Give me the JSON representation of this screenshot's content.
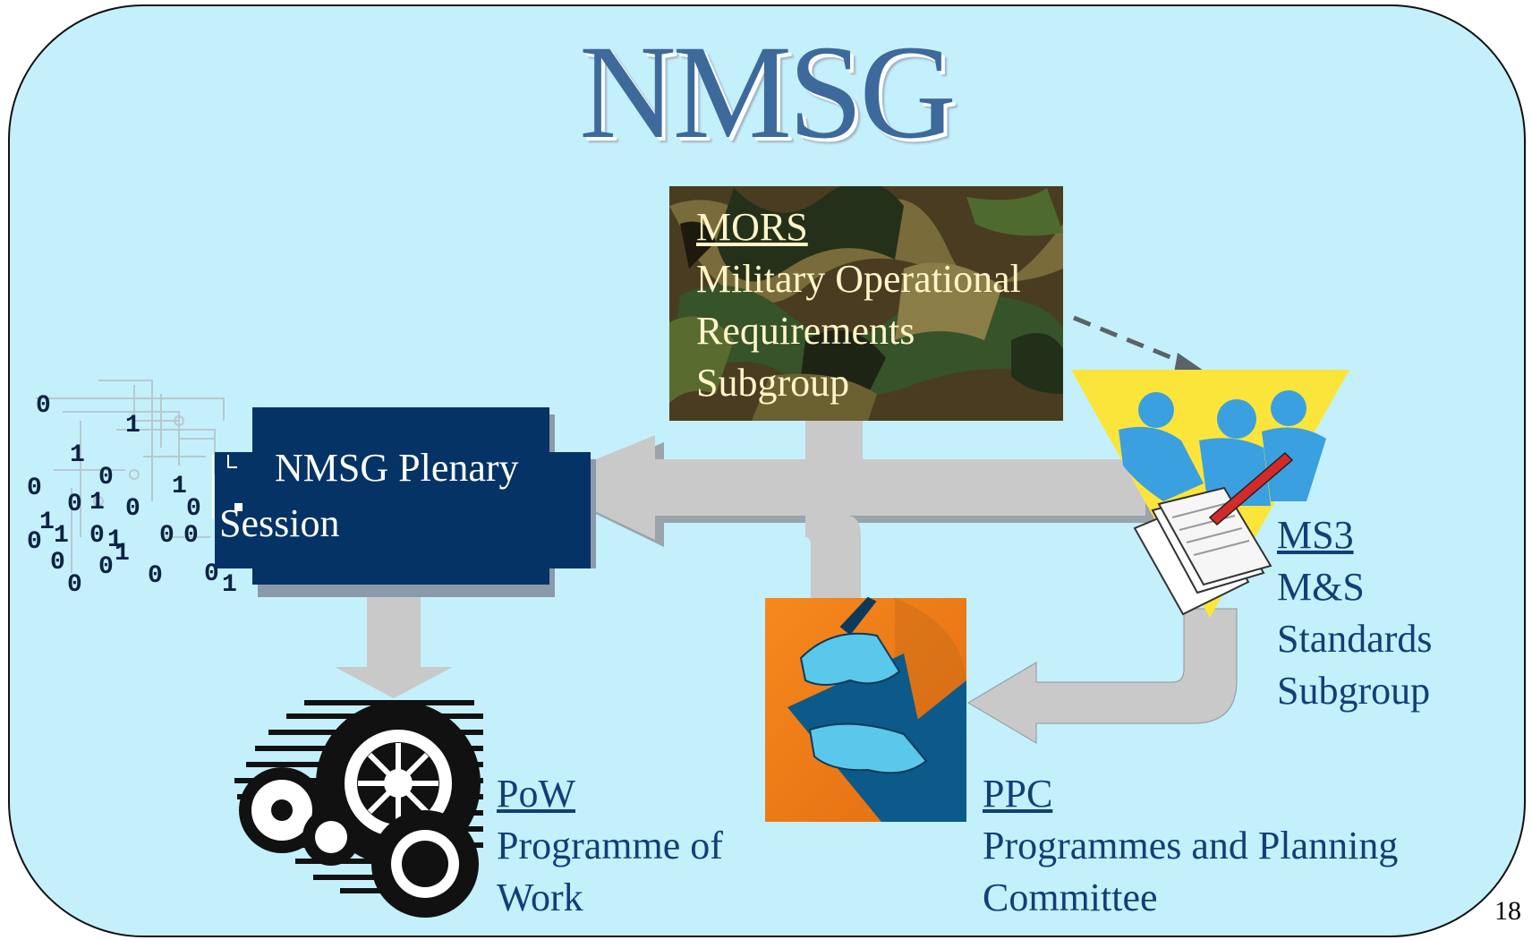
{
  "slide": {
    "title": "NMSG",
    "page_number": "18"
  },
  "plenary": {
    "line1": "NMSG Plenary",
    "line2": "Session"
  },
  "mors": {
    "abbr": "MORS",
    "lines": [
      "Military Operational",
      "Requirements",
      "Subgroup"
    ]
  },
  "ms3": {
    "abbr": "MS3",
    "lines": [
      "M&S",
      "Standards",
      "Subgroup"
    ]
  },
  "ppc": {
    "abbr": "PPC",
    "lines": [
      "Programmes and Planning",
      "Committee"
    ]
  },
  "pow": {
    "abbr": "PoW",
    "lines": [
      "Programme of",
      "Work"
    ]
  },
  "binary": [
    [
      "0",
      40,
      460
    ],
    [
      "1",
      140,
      482
    ],
    [
      "1",
      78,
      515
    ],
    [
      "0",
      110,
      540
    ],
    [
      "1",
      192,
      550
    ],
    [
      "0",
      30,
      552
    ],
    [
      "0",
      75,
      570
    ],
    [
      "1",
      100,
      568
    ],
    [
      "0",
      140,
      575
    ],
    [
      "0",
      208,
      575
    ],
    [
      "1",
      44,
      590
    ],
    [
      "1",
      60,
      605
    ],
    [
      "0",
      100,
      605
    ],
    [
      "1",
      120,
      610
    ],
    [
      "0",
      178,
      605
    ],
    [
      "0",
      205,
      605
    ],
    [
      "0",
      30,
      612
    ],
    [
      "1",
      128,
      625
    ],
    [
      "0",
      56,
      635
    ],
    [
      "0",
      110,
      640
    ],
    [
      "0",
      165,
      650
    ],
    [
      "0",
      228,
      648
    ],
    [
      "1",
      248,
      660
    ],
    [
      "0",
      75,
      660
    ]
  ],
  "colors": {
    "slide_bg": "#c4f0fb",
    "navy": "#123f78",
    "plenary_box": "#063366",
    "arrow": "#c8c8c8",
    "camo_bg": "#4a3c20",
    "triangle": "#fce53a",
    "people": "#3aa0e0",
    "ppc_orange": "#f5891e"
  }
}
